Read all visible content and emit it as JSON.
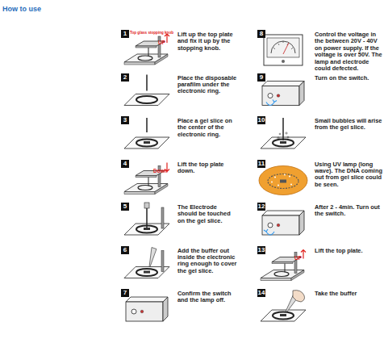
{
  "diagram": {
    "title": "How to use",
    "nodes": [
      {
        "text": [
          "1",
          "Lift up the top plate and fix it up by the stopping knob."
        ]
      },
      {
        "text": [
          "2",
          "Place the disposable parafilm under the electronic ring."
        ]
      },
      {
        "text": [
          "3",
          "Place a gel slice on the center of the electronic ring."
        ]
      },
      {
        "text": [
          "4",
          "Lift the top plate down."
        ]
      },
      {
        "text": [
          "5",
          "The Electrode should be touched on the gel slice."
        ]
      },
      {
        "text": [
          "6",
          "Add the buffer out inside the electronic ring enough to cover the gel slice."
        ]
      },
      {
        "text": [
          "7",
          "Confirm the switch and the lamp off."
        ]
      },
      {
        "text": [
          "8",
          "Control the voltage in the between 20V - 40V on power supply. If the voltage is over 50V. The lamp and electrode could defected."
        ]
      },
      {
        "text": [
          "9",
          "Turn on the switch."
        ]
      },
      {
        "text": [
          "10",
          "Small bubbles will arise from the gel slice."
        ]
      },
      {
        "text": [
          "11",
          "Using UV lamp (long wave). The DNA coming out from gel slice could be seen."
        ]
      },
      {
        "text": [
          "12",
          "After 2 - 4min. Turn out the switch."
        ]
      },
      {
        "text": [
          "13",
          "Lift the top plate."
        ]
      },
      {
        "text": [
          "14",
          "Take the buffer"
        ]
      }
    ],
    "labels": [
      "Top glass stopping knob",
      "UP",
      "Down",
      "UP"
    ]
  }
}
